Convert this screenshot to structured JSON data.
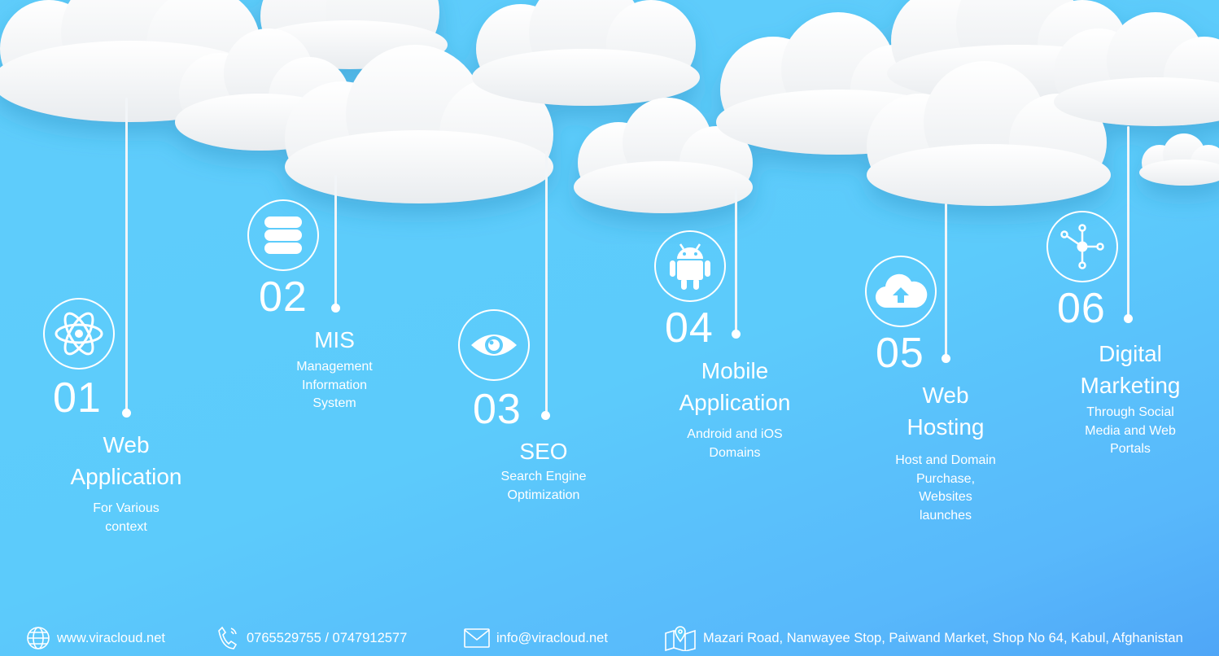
{
  "services": [
    {
      "number": "01",
      "title_line1": "Web",
      "title_line2": "Application",
      "sub_lines": [
        "For Various",
        "context"
      ],
      "icon": "atom-icon"
    },
    {
      "number": "02",
      "title_line1": "MIS",
      "title_line2": "",
      "sub_lines": [
        "Management",
        "Information",
        "System"
      ],
      "icon": "database-icon"
    },
    {
      "number": "03",
      "title_line1": "SEO",
      "title_line2": "",
      "sub_lines": [
        "Search Engine",
        "Optimization"
      ],
      "icon": "eye-icon"
    },
    {
      "number": "04",
      "title_line1": "Mobile",
      "title_line2": "Application",
      "sub_lines": [
        "Android and iOS",
        "Domains"
      ],
      "icon": "android-icon"
    },
    {
      "number": "05",
      "title_line1": "Web",
      "title_line2": "Hosting",
      "sub_lines": [
        "Host and Domain",
        "Purchase,",
        "Websites",
        "launches"
      ],
      "icon": "cloud-upload-icon"
    },
    {
      "number": "06",
      "title_line1": "Digital",
      "title_line2": "Marketing",
      "sub_lines": [
        "Through Social",
        "Media and Web",
        "Portals"
      ],
      "icon": "network-icon"
    }
  ],
  "footer": {
    "website": "www.viracloud.net",
    "phone": "0765529755 / 0747912577",
    "email": "info@viracloud.net",
    "address": "Mazari Road, Nanwayee Stop, Paiwand Market, Shop No 64, Kabul, Afghanistan"
  },
  "colors": {
    "background": "#5ccbfb",
    "accent": "#ffffff"
  }
}
